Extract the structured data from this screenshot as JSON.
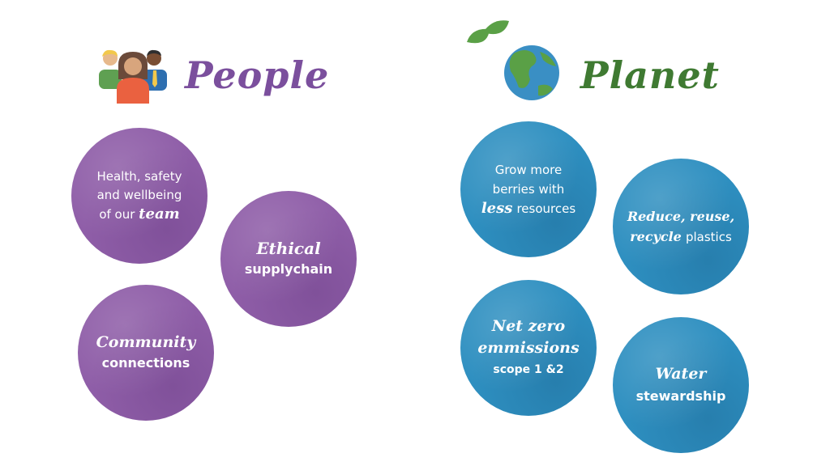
{
  "colors": {
    "people_title": "#7b4f9d",
    "planet_title": "#3f7a32",
    "people_circle": "#8f5ea8",
    "planet_circle": "#2e8fc0"
  },
  "people": {
    "title": "People",
    "icon": "people-group-icon",
    "items": {
      "health": {
        "l1": "Health, safety",
        "l2": "and wellbeing",
        "l3a": "of our",
        "l3b": "team"
      },
      "ethical": {
        "l1": "Ethical",
        "l2": "supplychain"
      },
      "community": {
        "l1": "Community",
        "l2": "connections"
      }
    }
  },
  "planet": {
    "title": "Planet",
    "icon": "globe-leaves-icon",
    "items": {
      "grow": {
        "l1": "Grow more",
        "l2": "berries with",
        "l3a": "less",
        "l3b": "resources"
      },
      "reduce": {
        "l1": "Reduce, reuse,",
        "l2a": "recycle",
        "l2b": "plastics"
      },
      "netzero": {
        "l1": "Net zero",
        "l2": "emmissions",
        "l3": "scope 1 &2"
      },
      "water": {
        "l1": "Water",
        "l2": "stewardship"
      }
    }
  }
}
